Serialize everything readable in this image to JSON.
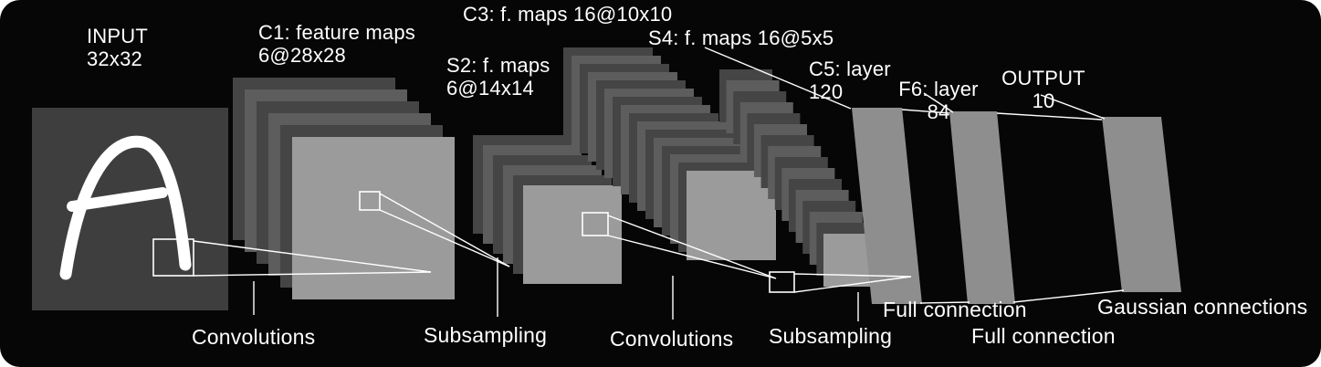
{
  "layers": {
    "input": {
      "label": "INPUT\n32x32"
    },
    "c1": {
      "label": "C1: feature maps\n6@28x28"
    },
    "s2": {
      "label": "S2: f. maps\n6@14x14"
    },
    "c3": {
      "label": "C3: f. maps 16@10x10"
    },
    "s4": {
      "label": "S4: f. maps 16@5x5"
    },
    "c5": {
      "label": "C5: layer\n120"
    },
    "f6": {
      "label": "F6: layer\n84"
    },
    "output": {
      "label": "OUTPUT\n10"
    }
  },
  "operations": {
    "conv1": "Convolutions",
    "sub1": "Subsampling",
    "conv2": "Convolutions",
    "sub2": "Subsampling",
    "full1": "Full connection",
    "full2": "Full connection",
    "gaussian": "Gaussian connections"
  },
  "colors": {
    "background": "#060606",
    "input_map": "#3e3e3e",
    "map_front": "#9b9b9b",
    "map_back_dark": "#454545",
    "map_back_mid": "#5d5d5d",
    "stripe": "#8e8e8e",
    "line": "#ffffff",
    "glyph": "#ffffff",
    "text": "#ffffff"
  }
}
